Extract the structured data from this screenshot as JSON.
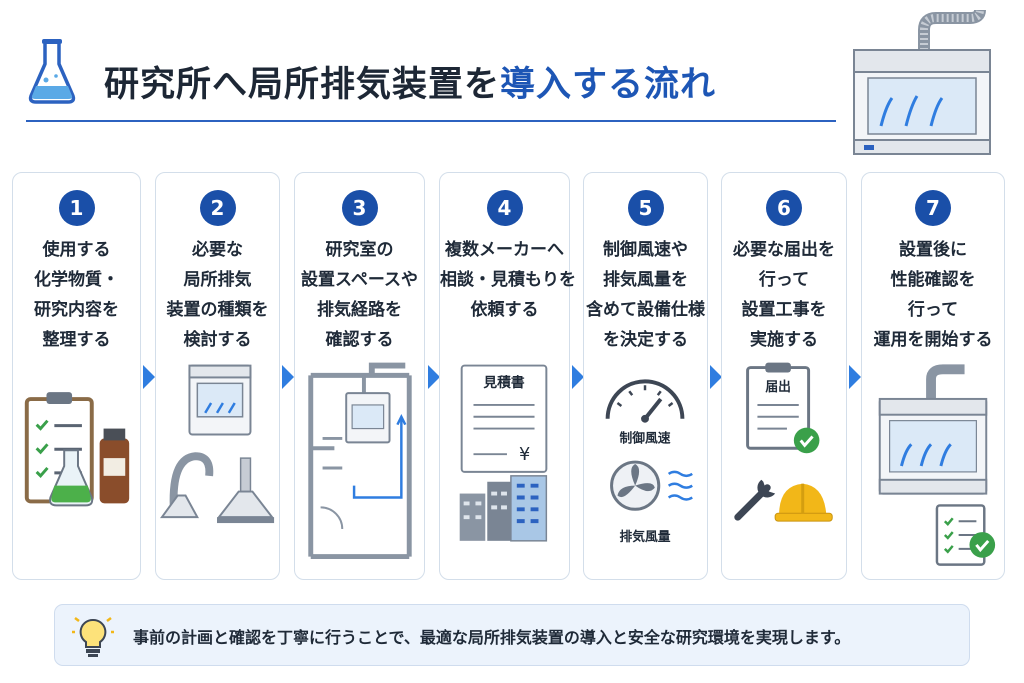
{
  "title": {
    "main": "研究所へ局所排気装置を",
    "accent": "導入する流れ"
  },
  "steps": [
    {
      "num": "1",
      "lines": [
        "使用する",
        "化学物質・",
        "研究内容を",
        "整理する"
      ]
    },
    {
      "num": "2",
      "lines": [
        "必要な",
        "局所排気",
        "装置の種類を",
        "検討する"
      ]
    },
    {
      "num": "3",
      "lines": [
        "研究室の",
        "設置スペースや",
        "排気経路を",
        "確認する"
      ]
    },
    {
      "num": "4",
      "lines": [
        "複数メーカーへ",
        "相談・見積もりを",
        "依頼する"
      ]
    },
    {
      "num": "5",
      "lines": [
        "制御風速や",
        "排気風量を",
        "含めて設備仕様",
        "を決定する"
      ]
    },
    {
      "num": "6",
      "lines": [
        "必要な届出を",
        "行って",
        "設置工事を",
        "実施する"
      ]
    },
    {
      "num": "7",
      "lines": [
        "設置後に",
        "性能確認を",
        "行って",
        "運用を開始する"
      ]
    }
  ],
  "labels": {
    "estimate_doc": "見積書",
    "yen": "¥",
    "control_speed": "制御風速",
    "exhaust_volume": "排気風量",
    "notification": "届出"
  },
  "footer": {
    "text": "事前の計画と確認を丁寧に行うことで、最適な局所排気装置の導入と安全な研究環境を実現します。"
  },
  "colors": {
    "accent": "#1d56b5",
    "badge": "#1a4fa8",
    "arrow": "#2f7de0",
    "check": "#3aa04a",
    "helmet": "#f2b718"
  }
}
